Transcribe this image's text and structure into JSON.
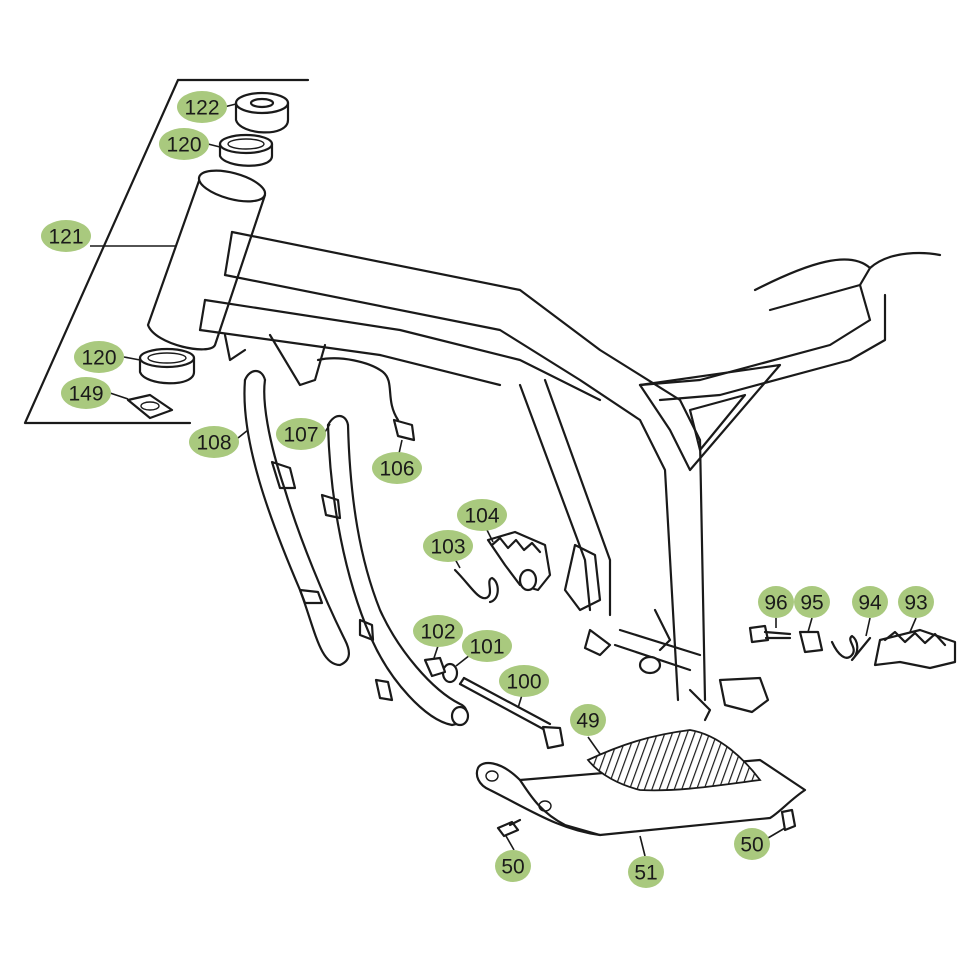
{
  "diagram": {
    "badge_color": "#a9c97e",
    "line_color": "#1a1a1a",
    "callouts": [
      {
        "id": "c122",
        "label": "122"
      },
      {
        "id": "c120a",
        "label": "120"
      },
      {
        "id": "c121",
        "label": "121"
      },
      {
        "id": "c120b",
        "label": "120"
      },
      {
        "id": "c149",
        "label": "149"
      },
      {
        "id": "c108",
        "label": "108"
      },
      {
        "id": "c107",
        "label": "107"
      },
      {
        "id": "c106",
        "label": "106"
      },
      {
        "id": "c104",
        "label": "104"
      },
      {
        "id": "c103",
        "label": "103"
      },
      {
        "id": "c96",
        "label": "96"
      },
      {
        "id": "c95",
        "label": "95"
      },
      {
        "id": "c94",
        "label": "94"
      },
      {
        "id": "c93",
        "label": "93"
      },
      {
        "id": "c102",
        "label": "102"
      },
      {
        "id": "c101",
        "label": "101"
      },
      {
        "id": "c100",
        "label": "100"
      },
      {
        "id": "c49",
        "label": "49"
      },
      {
        "id": "c50a",
        "label": "50"
      },
      {
        "id": "c51",
        "label": "51"
      },
      {
        "id": "c50b",
        "label": "50"
      }
    ]
  }
}
